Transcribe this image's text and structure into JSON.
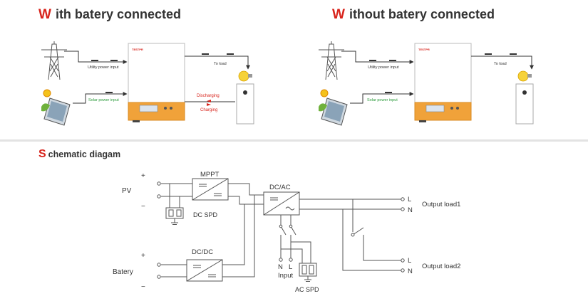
{
  "top": {
    "left_panel": {
      "title_cap": "W",
      "title_rest": "ith batery connected",
      "utility_label": "Utility power input",
      "load_label": "To load",
      "solar_label": "Solar power input",
      "discharging_label": "Discharging",
      "charging_label": "Charging",
      "brand_label": "TESTPR"
    },
    "right_panel": {
      "title_cap": "W",
      "title_rest": "ithout batery connected",
      "utility_label": "Utility power input",
      "load_label": "To load",
      "solar_label": "Solar power input",
      "brand_label": "TESTPR"
    }
  },
  "schematic": {
    "title_cap": "S",
    "title_rest": "chematic diagam",
    "pv_label": "PV",
    "battery_label": "Batery",
    "plus": "+",
    "minus": "−",
    "mppt_label": "MPPT",
    "dcdc_label": "DC/DC",
    "dcac_label": "DC/AC",
    "dc_spd_label": "DC SPD",
    "ac_spd_label": "AC SPD",
    "input_label": "Input",
    "input_n": "N",
    "input_l": "L",
    "out1_l": "L",
    "out1_n": "N",
    "out2_l": "L",
    "out2_n": "N",
    "output_load1": "Output load1",
    "output_load2": "Output load2"
  },
  "colors": {
    "accent_red": "#d8231b",
    "text_dark": "#333333",
    "green_label": "#2a9a3a",
    "orange_panel": "#f0a23a",
    "wire": "#555555"
  }
}
